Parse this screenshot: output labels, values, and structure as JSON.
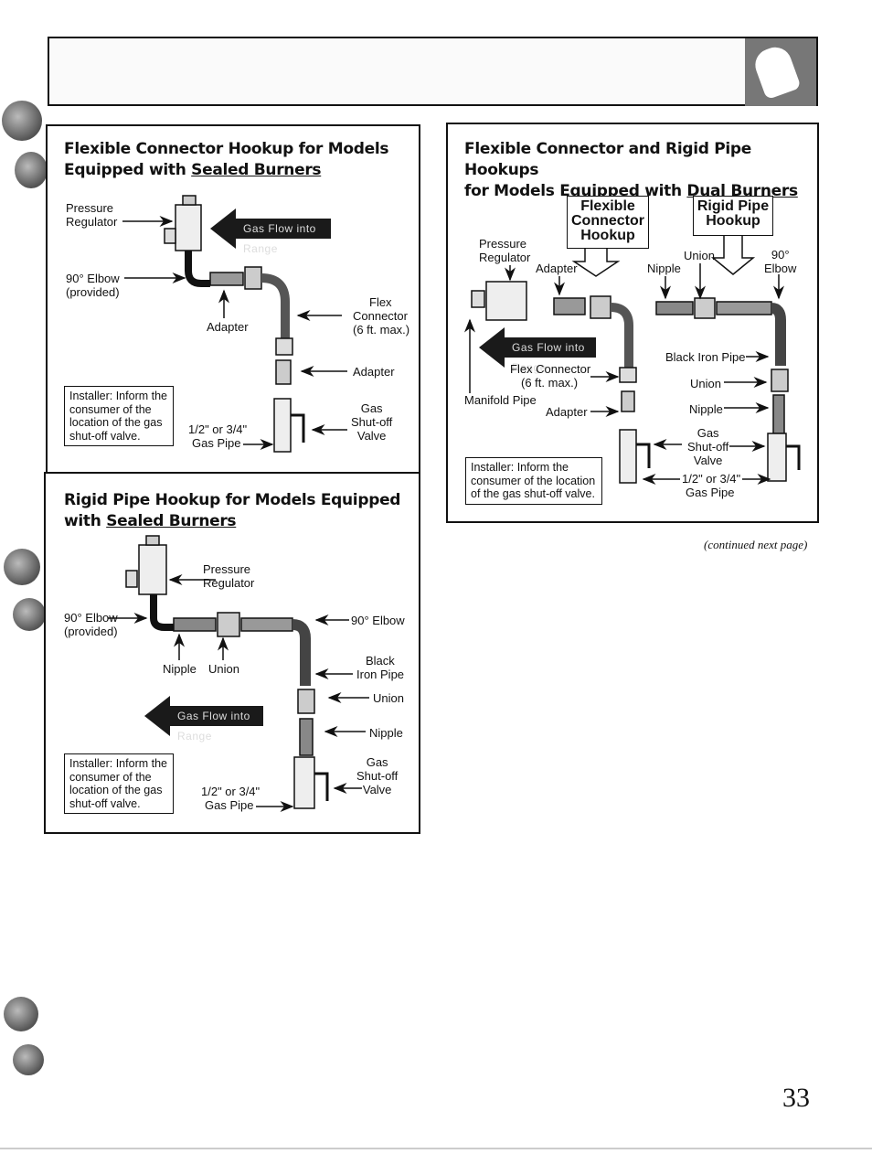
{
  "page_number": "33",
  "continued": "(continued next page)",
  "left_top": {
    "title_1": "Flexible Connector Hookup for Models",
    "title_2a": "Equipped with ",
    "title_2b": "Sealed Burners",
    "pressure_regulator_1": "Pressure",
    "pressure_regulator_2": "Regulator",
    "elbow_1": "90° Elbow",
    "elbow_2": "(provided)",
    "adapter_1": "Adapter",
    "flex_1": "Flex",
    "flex_2": "Connector",
    "flex_3": "(6 ft. max.)",
    "adapter_2": "Adapter",
    "gas_1": "Gas",
    "gas_2": "Shut-off",
    "gas_3": "Valve",
    "pipe_1": "1/2\" or 3/4\"",
    "pipe_2": "Gas Pipe",
    "flow": "Gas Flow into Range",
    "note": "Installer: Inform the consumer of the location of the gas shut-off valve."
  },
  "left_bottom": {
    "title_1": "Rigid Pipe Hookup for Models Equipped",
    "title_2a": "with ",
    "title_2b": "Sealed Burners",
    "pressure_regulator_1": "Pressure",
    "pressure_regulator_2": "Regulator",
    "elbow_1": "90° Elbow",
    "elbow_2": "(provided)",
    "elbow_right": "90° Elbow",
    "nipple": "Nipple",
    "union": "Union",
    "black_1": "Black",
    "black_2": "Iron Pipe",
    "union_right": "Union",
    "nipple_right": "Nipple",
    "gas_1": "Gas",
    "gas_2": "Shut-off",
    "gas_3": "Valve",
    "pipe_1": "1/2\" or 3/4\"",
    "pipe_2": "Gas Pipe",
    "flow": "Gas Flow into Range",
    "note": "Installer: Inform the consumer of the location of the gas shut-off valve."
  },
  "right": {
    "title_1": "Flexible Connector and Rigid Pipe Hookups",
    "title_2a": "for Models Equipped with ",
    "title_2b": "Dual Burners",
    "flex_box_1": "Flexible",
    "flex_box_2": "Connector",
    "flex_box_3": "Hookup",
    "rigid_box_1": "Rigid Pipe",
    "rigid_box_2": "Hookup",
    "pressure_regulator_1": "Pressure",
    "pressure_regulator_2": "Regulator",
    "adapter_top": "Adapter",
    "union_top": "Union",
    "nipple_top": "Nipple",
    "elbow_1": "90°",
    "elbow_2": "Elbow",
    "flow": "Gas Flow into Range",
    "flex_conn_1": "Flex Connector",
    "flex_conn_2": "(6 ft. max.)",
    "manifold": "Manifold Pipe",
    "adapter_bottom": "Adapter",
    "black_iron": "Black Iron Pipe",
    "union_right": "Union",
    "nipple_right": "Nipple",
    "gas_1": "Gas",
    "gas_2": "Shut-off",
    "gas_3": "Valve",
    "pipe_1": "1/2\" or 3/4\"",
    "pipe_2": "Gas Pipe",
    "note": "Installer: Inform the consumer of the location of the gas shut-off valve."
  }
}
